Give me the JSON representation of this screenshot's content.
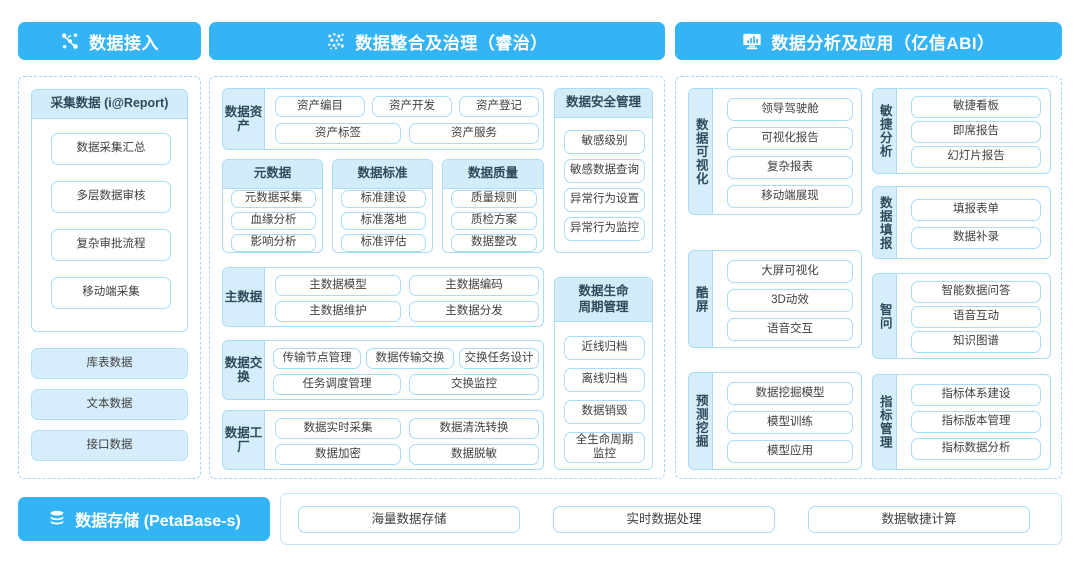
{
  "headers": [
    {
      "id": "ingest",
      "icon": "network-nodes-icon",
      "title": "数据接入"
    },
    {
      "id": "govern",
      "icon": "data-particles-icon",
      "title": "数据整合及治理（睿治）"
    },
    {
      "id": "analytics",
      "icon": "monitor-chart-icon",
      "title": "数据分析及应用（亿信ABI）"
    }
  ],
  "col1": {
    "collect_card_title": "采集数据 (i@Report)",
    "collect_items": [
      "数据采集汇总",
      "多层数据审核",
      "复杂审批流程",
      "移动端采集"
    ],
    "source_items": [
      "库表数据",
      "文本数据",
      "接口数据"
    ]
  },
  "col2": {
    "asset_group": {
      "label": "数据资产",
      "row1": [
        "资产编目",
        "资产开发",
        "资产登记"
      ],
      "row2": [
        "资产标签",
        "资产服务"
      ]
    },
    "cards": [
      {
        "title": "元数据",
        "items": [
          "元数据采集",
          "血缘分析",
          "影响分析"
        ]
      },
      {
        "title": "数据标准",
        "items": [
          "标准建设",
          "标准落地",
          "标准评估"
        ]
      },
      {
        "title": "数据质量",
        "items": [
          "质量规则",
          "质检方案",
          "数据整改"
        ]
      }
    ],
    "master_group": {
      "label": "主数据",
      "row1": [
        "主数据模型",
        "主数据编码"
      ],
      "row2": [
        "主数据维护",
        "主数据分发"
      ]
    },
    "exchange_group": {
      "label": "数据交换",
      "row1": [
        "传输节点管理",
        "数据传输交换",
        "交换任务设计"
      ],
      "row2": [
        "任务调度管理",
        "交换监控"
      ]
    },
    "factory_group": {
      "label": "数据工厂",
      "row1": [
        "数据实时采集",
        "数据清洗转换"
      ],
      "row2": [
        "数据加密",
        "数据脱敏"
      ]
    },
    "security_card": {
      "title": "数据安全管理",
      "items": [
        "敏感级别",
        "敏感数据查询",
        "异常行为设置",
        "异常行为监控"
      ]
    },
    "lifecycle_card": {
      "title": "数据生命\n周期管理",
      "title_line1": "数据生命",
      "title_line2": "周期管理",
      "items": [
        "近线归档",
        "离线归档",
        "数据销毁",
        "全生命周期\n监控"
      ],
      "item4_line1": "全生命周期",
      "item4_line2": "监控"
    }
  },
  "col3": {
    "left_groups": [
      {
        "label": "数据可视化",
        "items": [
          "领导驾驶舱",
          "可视化报告",
          "复杂报表",
          "移动端展现"
        ]
      },
      {
        "label": "酷屏",
        "items": [
          "大屏可视化",
          "3D动效",
          "语音交互"
        ]
      },
      {
        "label": "预测挖掘",
        "items": [
          "数据挖掘模型",
          "模型训练",
          "模型应用"
        ]
      }
    ],
    "right_groups": [
      {
        "label": "敏捷分析",
        "items": [
          "敏捷看板",
          "即席报告",
          "幻灯片报告"
        ]
      },
      {
        "label": "数据填报",
        "items": [
          "填报表单",
          "数据补录"
        ]
      },
      {
        "label": "智问",
        "items": [
          "智能数据问答",
          "语音互动",
          "知识图谱"
        ]
      },
      {
        "label": "指标管理",
        "items": [
          "指标体系建设",
          "指标版本管理",
          "指标数据分析"
        ]
      }
    ]
  },
  "storage": {
    "icon": "database-stack-icon",
    "title": "数据存储 (PetaBase-s)",
    "items": [
      "海量数据存储",
      "实时数据处理",
      "数据敏捷计算"
    ]
  },
  "colors": {
    "accent": "#35b4f5",
    "card_border": "#a9dcf6",
    "card_header_fill": "#d3ecfa",
    "pill_fill": "#d6eefb",
    "panel_dash": "#9fd8f5",
    "text": "#3f3f3f"
  }
}
